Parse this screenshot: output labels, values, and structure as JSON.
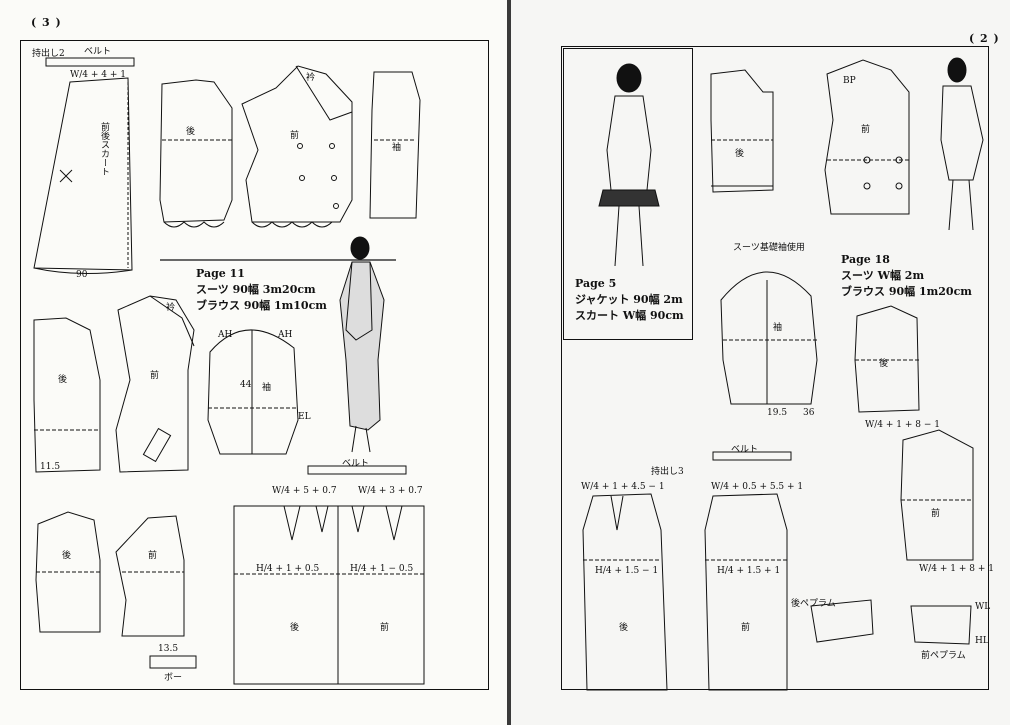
{
  "left": {
    "page_number": "( 3 )",
    "caption_title": "Page  11",
    "caption_lines": [
      "スーツ  90幅  3m20cm",
      "ブラウス  90幅  1m10cm"
    ],
    "labels": {
      "belt_top": "ベルト",
      "belt_bottom": "ベルト",
      "front_back_skirt": "前後スカート",
      "back": "後",
      "front": "前",
      "sleeve": "袖",
      "bow": "ボー",
      "collar": "衿",
      "width_formula_1": "W/4 + 4 + 1",
      "width_formula_2": "W/4 + 5 + 0.7",
      "width_formula_3": "W/4 + 3 + 0.7",
      "hip_formula_1": "H/4 + 1 + 0.5",
      "hip_formula_2": "H/4 + 1 − 0.5",
      "ease": "持出し2",
      "size_44": "44",
      "hem_90": "90",
      "n_115": "11.5",
      "n_135": "13.5",
      "ah": "AH",
      "el": "EL"
    }
  },
  "right": {
    "page_number": "( 2 )",
    "caption_a_title": "Page  5",
    "caption_a_lines": [
      "ジャケット  90幅  2m",
      "スカート  W幅  90cm"
    ],
    "caption_b_title": "Page  18",
    "caption_b_lines": [
      "スーツ  W幅  2m",
      "ブラウス  90幅  1m20cm"
    ],
    "labels": {
      "suit_sleeve_note": "スーツ基礎袖使用",
      "belt": "ベルト",
      "back": "後",
      "front": "前",
      "sleeve": "袖",
      "front_peplum": "前ペプラム",
      "back_peplum": "後ペプラム",
      "ease": "持出し3",
      "formula_a": "W/4 + 1 + 4.5 − 1",
      "formula_b": "W/4 + 0.5 + 5.5 + 1",
      "formula_c": "H/4 + 1.5 − 1",
      "formula_d": "H/4 + 1.5 + 1",
      "formula_e": "W/4 + 1 + 8 − 1",
      "formula_f": "W/4 + 1 + 8 + 1",
      "bp": "BP",
      "wl": "WL",
      "hl": "HL",
      "n_195": "19.5",
      "n_36": "36"
    }
  }
}
